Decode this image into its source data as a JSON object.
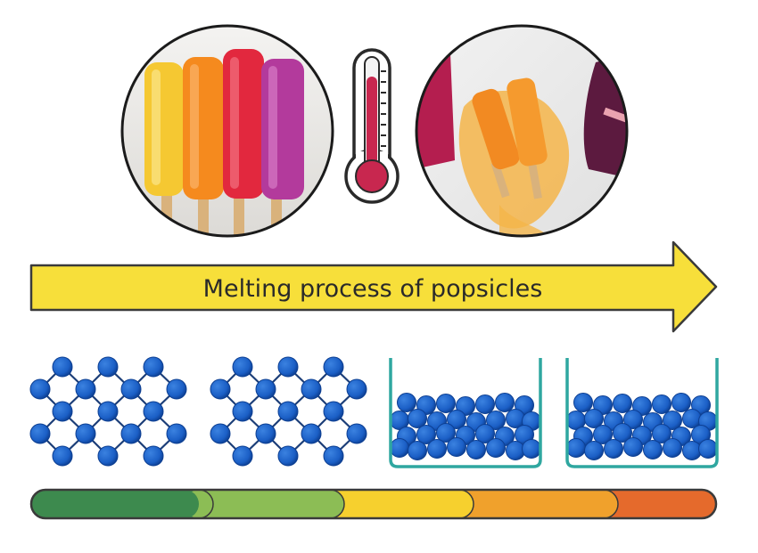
{
  "banner": {
    "label": "Melting process of popsicles"
  },
  "colors": {
    "arrow_fill": "#f7df3a",
    "arrow_stroke": "#3a3a3a",
    "particle": "#1b5fc6",
    "particle_dark": "#0d3f92",
    "bond": "#1c3e78",
    "container": "#2fa7a0",
    "thermometer_liquid": "#c8274f"
  },
  "icons": {
    "left_image": "frozen-popsicles",
    "thermometer": "thermometer-icon",
    "right_image": "melting-popsicles"
  },
  "states": [
    "solid",
    "solid",
    "liquid",
    "liquid"
  ],
  "temperature_bar": [
    "#3d8a4e",
    "#8cbd55",
    "#f6d02e",
    "#f0a12c",
    "#e56a2c"
  ]
}
